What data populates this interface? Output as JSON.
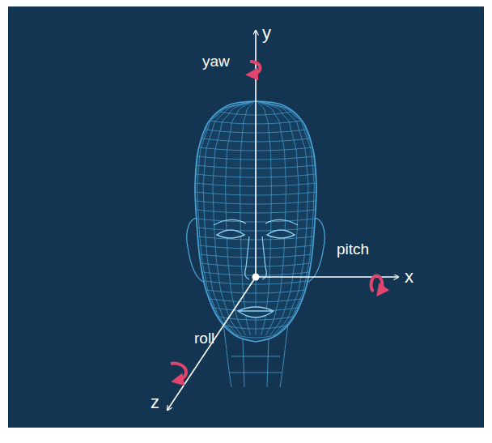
{
  "diagram": {
    "labels": [
      "y",
      "yaw",
      "pitch",
      "x",
      "roll",
      "z"
    ]
  }
}
